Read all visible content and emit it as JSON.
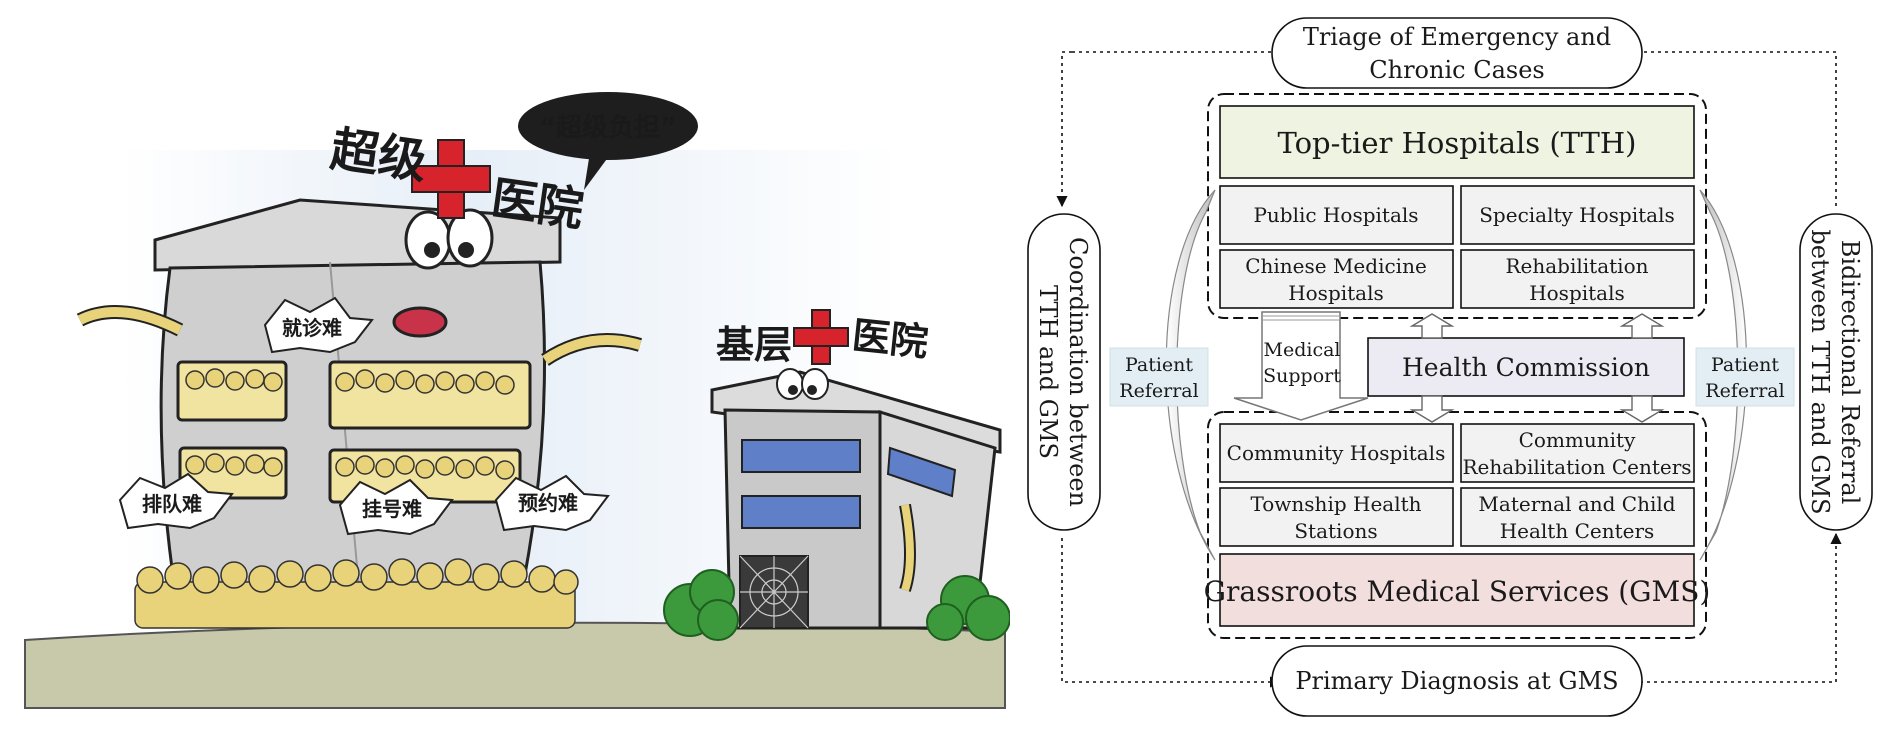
{
  "cartoon": {
    "big_hospital_title_left": "超级",
    "big_hospital_title_right": "医院",
    "speech_bubble": "“超级负担”",
    "burst_consultation": "就诊难",
    "burst_queue": "排队难",
    "burst_registration": "挂号难",
    "burst_appointment": "预约难",
    "small_hospital_title_left": "基层",
    "small_hospital_title_right": "医院"
  },
  "diagram": {
    "top_oval": [
      "Triage of Emergency and",
      "Chronic Cases"
    ],
    "bottom_oval": "Primary Diagnosis at GMS",
    "left_oval": [
      "Coordination between",
      "TTH and GMS"
    ],
    "right_oval": [
      "Bidirectional Referral",
      "between TTH and GMS"
    ],
    "tth_title": "Top-tier Hospitals (TTH)",
    "tth_cells": {
      "public": "Public Hospitals",
      "specialty": "Specialty Hospitals",
      "chinese": [
        "Chinese Medicine",
        "Hospitals"
      ],
      "rehab": [
        "Rehabilitation",
        "Hospitals"
      ]
    },
    "health_commission": "Health Commission",
    "medical_support": [
      "Medical",
      "Support"
    ],
    "patient_referral_left": [
      "Patient",
      "Referral"
    ],
    "patient_referral_right": [
      "Patient",
      "Referral"
    ],
    "gms_cells": {
      "community": "Community Hospitals",
      "community_rehab": [
        "Community",
        "Rehabilitation Centers"
      ],
      "township": [
        "Township Health",
        "Stations"
      ],
      "maternal": [
        "Maternal and Child",
        "Health Centers"
      ]
    },
    "gms_title": "Grassroots Medical Services (GMS)",
    "colors": {
      "tth_fill": "#eef3e2",
      "commission_fill": "#eceaf3",
      "gms_fill": "#f3dede",
      "cell_fill": "#f2f2f2",
      "referral_fill": "#e2eef3"
    }
  }
}
